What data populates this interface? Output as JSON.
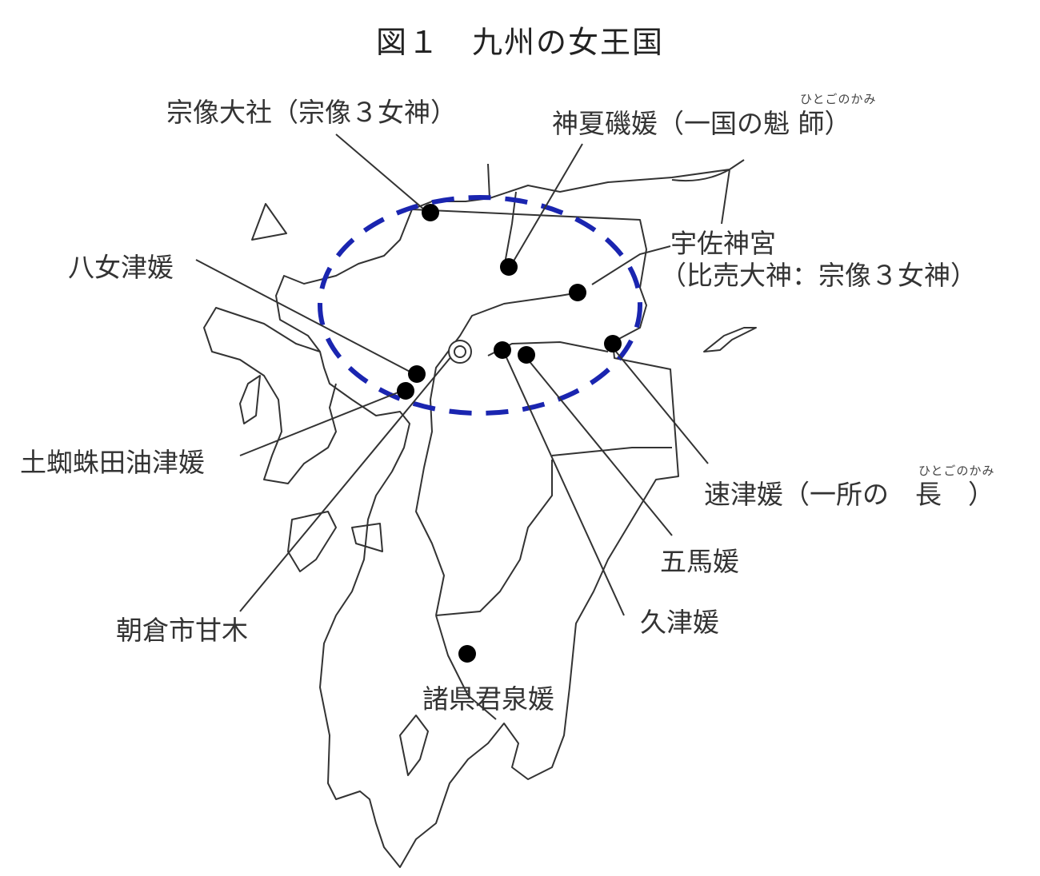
{
  "title": "図１　九州の女王国",
  "labels": {
    "munakata": "宗像大社（宗像３女神）",
    "kamunatsuso": "神夏磯媛（一国の魁 師）",
    "kamunatsuso_ruby": "ひとごのかみ",
    "usa_line1": "宇佐神宮",
    "usa_line2": "（比売大神：宗像３女神）",
    "yame": "八女津媛",
    "tsuchigumo": "土蜘蛛田油津媛",
    "hayatsu": "速津媛（一所の　長　）",
    "hayatsu_ruby": "ひとごのかみ",
    "goma": "五馬媛",
    "asakura": "朝倉市甘木",
    "kutsu": "久津媛",
    "morogata": "諸県君泉媛"
  },
  "colors": {
    "outline": "#333333",
    "ellipse": "#1a25b0",
    "dot": "#000000"
  }
}
